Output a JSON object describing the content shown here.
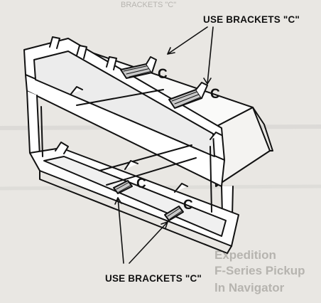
{
  "callouts": {
    "top_label": "USE BRACKETS \"C\"",
    "bottom_label": "USE BRACKETS \"C\"",
    "bracket_letter": "C"
  },
  "background_text": {
    "brackets_fragment": "BRACKETS \"C\"",
    "expedition": "Expedition",
    "series": "F-Series Pickup",
    "navigator": "ln Navigator"
  },
  "colors": {
    "paper": "#e9e7e3",
    "ink": "#111111",
    "bleed": "#8d8a86"
  }
}
